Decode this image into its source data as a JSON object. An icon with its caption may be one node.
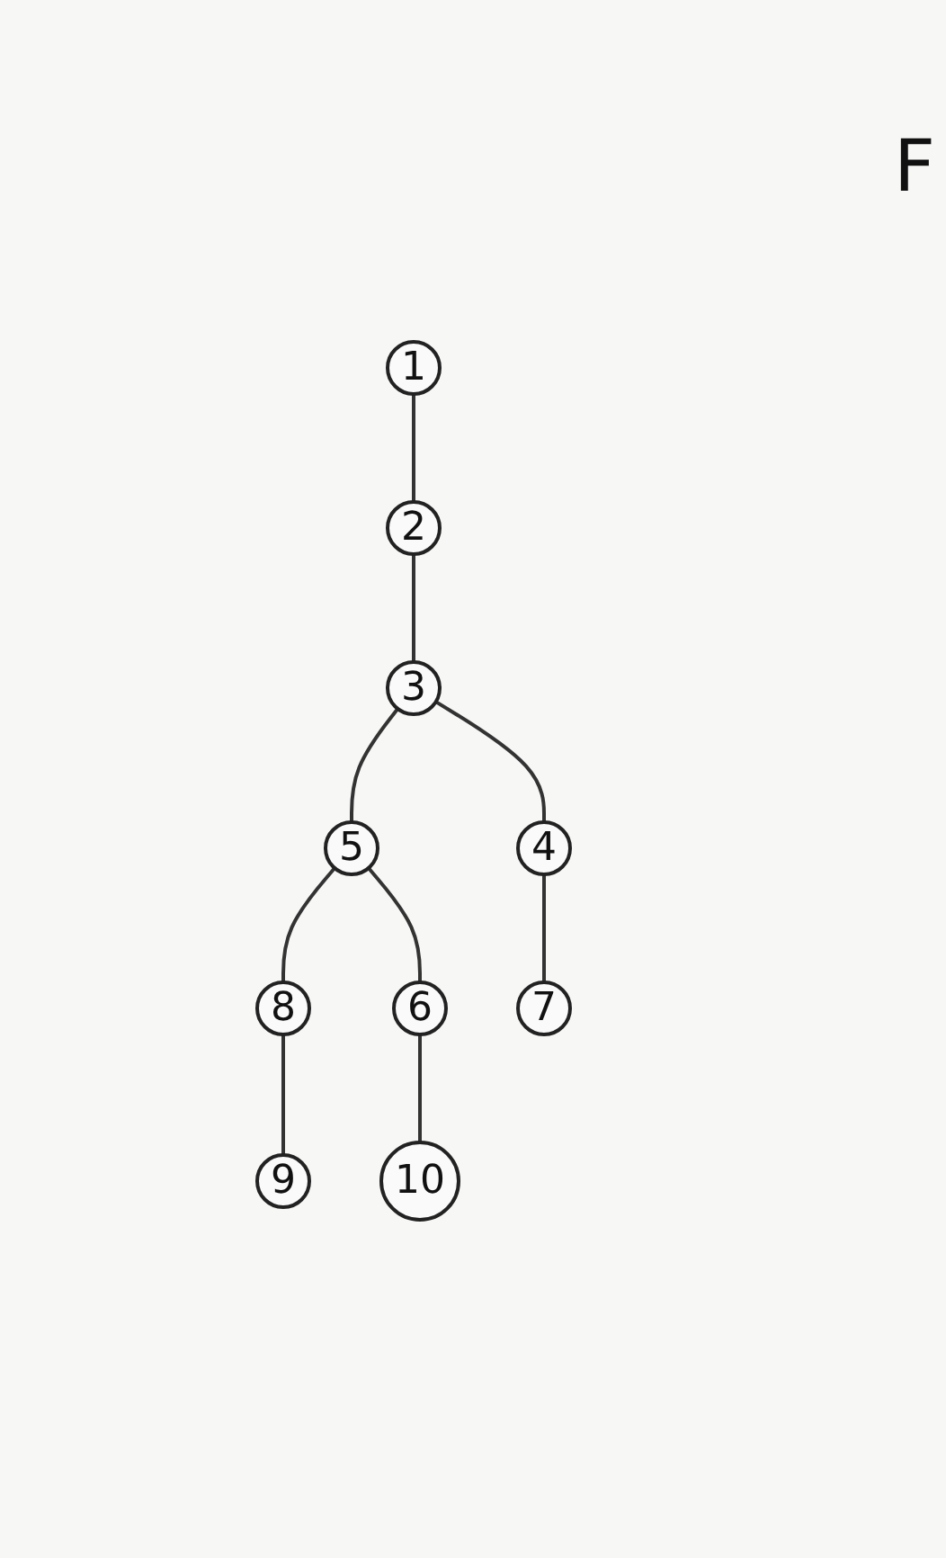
{
  "diagram": {
    "nodes": [
      {
        "text": [
          "1"
        ]
      },
      {
        "text": [
          "2"
        ]
      },
      {
        "text": [
          "3"
        ]
      },
      {
        "text": [
          "5"
        ]
      },
      {
        "text": [
          "4"
        ]
      },
      {
        "text": [
          "8"
        ]
      },
      {
        "text": [
          "6"
        ]
      },
      {
        "text": [
          "7"
        ]
      },
      {
        "text": [
          "9"
        ]
      },
      {
        "text": [
          "10"
        ]
      }
    ],
    "edges": [
      {
        "from": 0,
        "to": 1,
        "arrow": "none"
      },
      {
        "from": 1,
        "to": 2,
        "arrow": "none"
      },
      {
        "from": 2,
        "to": 3,
        "arrow": "none"
      },
      {
        "from": 2,
        "to": 4,
        "arrow": "none"
      },
      {
        "from": 3,
        "to": 5,
        "arrow": "none"
      },
      {
        "from": 3,
        "to": 6,
        "arrow": "none"
      },
      {
        "from": 4,
        "to": 7,
        "arrow": "none"
      },
      {
        "from": 5,
        "to": 8,
        "arrow": "none"
      },
      {
        "from": 6,
        "to": 9,
        "arrow": "none"
      }
    ],
    "labels": [
      "F"
    ]
  }
}
